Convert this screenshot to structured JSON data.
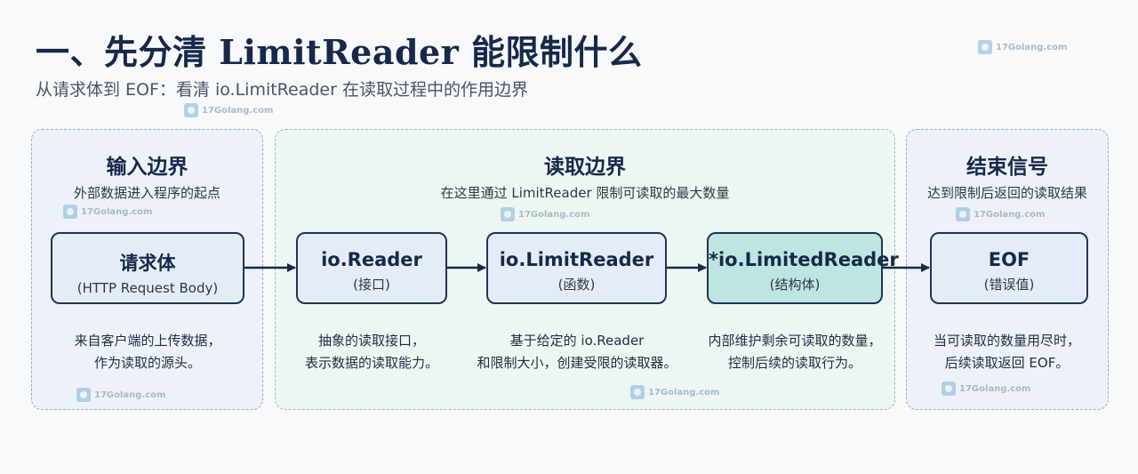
{
  "header": {
    "title": "一、先分清 LimitReader 能限制什么",
    "subtitle": "从请求体到 EOF：看清 io.LimitReader 在读取过程中的作用边界"
  },
  "watermark": "17Golang.com",
  "panels": {
    "input": {
      "title": "输入边界",
      "subtitle": "外部数据进入程序的起点"
    },
    "read": {
      "title": "读取边界",
      "subtitle": "在这里通过 LimitReader 限制可读取的最大数量"
    },
    "end": {
      "title": "结束信号",
      "subtitle": "达到限制后返回的读取结果"
    }
  },
  "nodes": [
    {
      "title": "请求体",
      "subtitle": "(HTTP Request Body)",
      "desc": [
        "来自客户端的上传数据，",
        "作为读取的源头。"
      ]
    },
    {
      "title": "io.Reader",
      "subtitle": "(接口)",
      "desc": [
        "抽象的读取接口，",
        "表示数据的读取能力。"
      ]
    },
    {
      "title": "io.LimitReader",
      "subtitle": "(函数)",
      "desc": [
        "基于给定的 io.Reader",
        "和限制大小，创建受限的读取器。"
      ]
    },
    {
      "title": "*io.LimitedReader",
      "subtitle": "(结构体)",
      "desc": [
        "内部维护剩余可读取的数量，",
        "控制后续的读取行为。"
      ]
    },
    {
      "title": "EOF",
      "subtitle": "(错误值)",
      "desc": [
        "当可读取的数量用尽时，",
        "后续读取返回 EOF。"
      ]
    }
  ],
  "colors": {
    "node_fill": "#e4ecf8",
    "highlight_fill": "#bfe5e0",
    "border": "#1f3456",
    "panel_border_blue": "#93a9cc",
    "panel_border_teal": "#8cc2b4"
  }
}
